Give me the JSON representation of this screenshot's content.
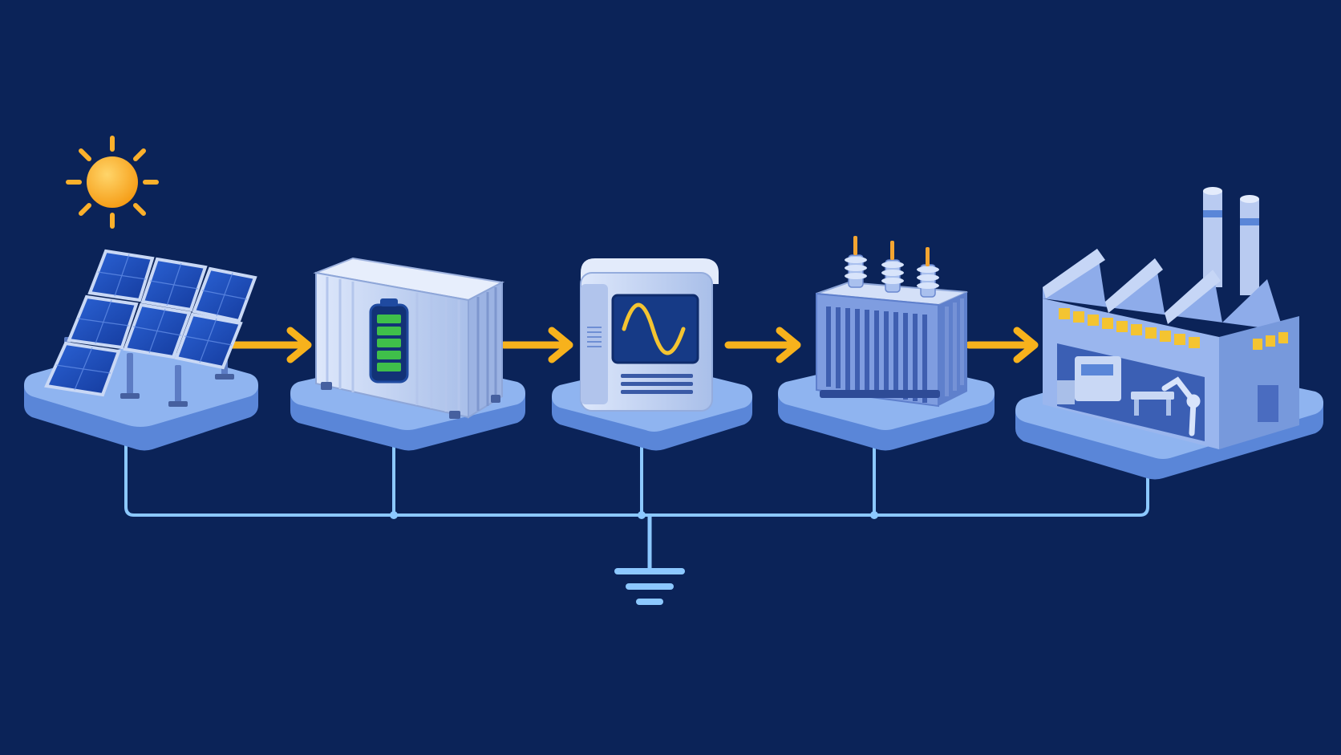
{
  "colors": {
    "background": "#0b2358",
    "platform_top": "#8fb4f0",
    "platform_side": "#5a86d8",
    "wire": "#8cc8ff",
    "arrow": "#f7b21c",
    "sun": "#fbb02b",
    "battery_level": "#3fbf4a",
    "indicator": "#f4c431",
    "machine_body": "#c9d8f5",
    "solar_cell": "#1c48b8"
  },
  "flow": [
    {
      "id": "solar-array",
      "icon": "solar-panel-icon"
    },
    {
      "id": "battery-storage",
      "icon": "battery-container-icon"
    },
    {
      "id": "inverter",
      "icon": "inverter-icon"
    },
    {
      "id": "transformer",
      "icon": "transformer-icon"
    },
    {
      "id": "factory",
      "icon": "factory-icon"
    }
  ],
  "battery_charge_bars": 5,
  "grounding": {
    "icon": "ground-symbol-icon"
  }
}
